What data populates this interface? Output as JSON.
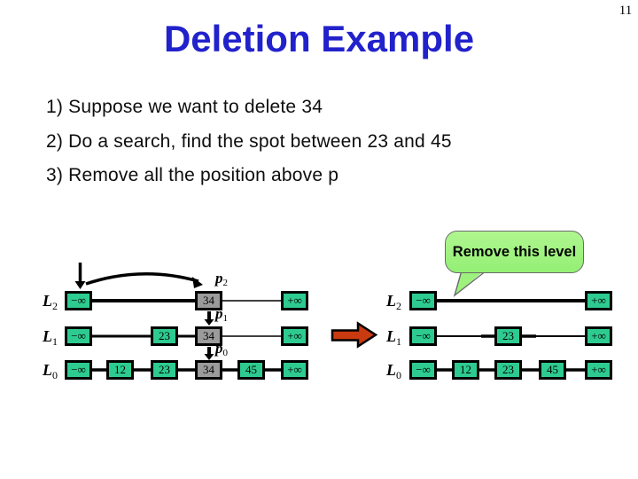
{
  "page_number": "11",
  "title": "Deletion Example",
  "steps": [
    "1) Suppose we want to delete 34",
    "2) Do a search, find the spot between 23 and 45",
    "3) Remove all the position above p"
  ],
  "callout": {
    "text": "Remove this level"
  },
  "before": {
    "l2": {
      "label": "L",
      "sub": "2",
      "nodes": [
        "−∞",
        "34",
        "+∞"
      ]
    },
    "l1": {
      "label": "L",
      "sub": "1",
      "nodes": [
        "−∞",
        "23",
        "34",
        "+∞"
      ]
    },
    "l0": {
      "label": "L",
      "sub": "0",
      "nodes": [
        "−∞",
        "12",
        "23",
        "34",
        "45",
        "+∞"
      ]
    },
    "pointers": [
      {
        "base": "p",
        "sub": "2"
      },
      {
        "base": "p",
        "sub": "1"
      },
      {
        "base": "p",
        "sub": "0"
      }
    ],
    "highlighted_value": "34"
  },
  "after": {
    "l2": {
      "label": "L",
      "sub": "2",
      "nodes": [
        "−∞",
        "+∞"
      ]
    },
    "l1": {
      "label": "L",
      "sub": "1",
      "nodes": [
        "−∞",
        "23",
        "+∞"
      ]
    },
    "l0": {
      "label": "L",
      "sub": "0",
      "nodes": [
        "−∞",
        "12",
        "23",
        "45",
        "+∞"
      ]
    }
  },
  "colors": {
    "title_blue": "#2222cc",
    "node_green": "#2ecb90",
    "node_gray": "#9b9b9b",
    "transform_arrow_red": "#c93a10",
    "callout_green": "#9df27d"
  }
}
